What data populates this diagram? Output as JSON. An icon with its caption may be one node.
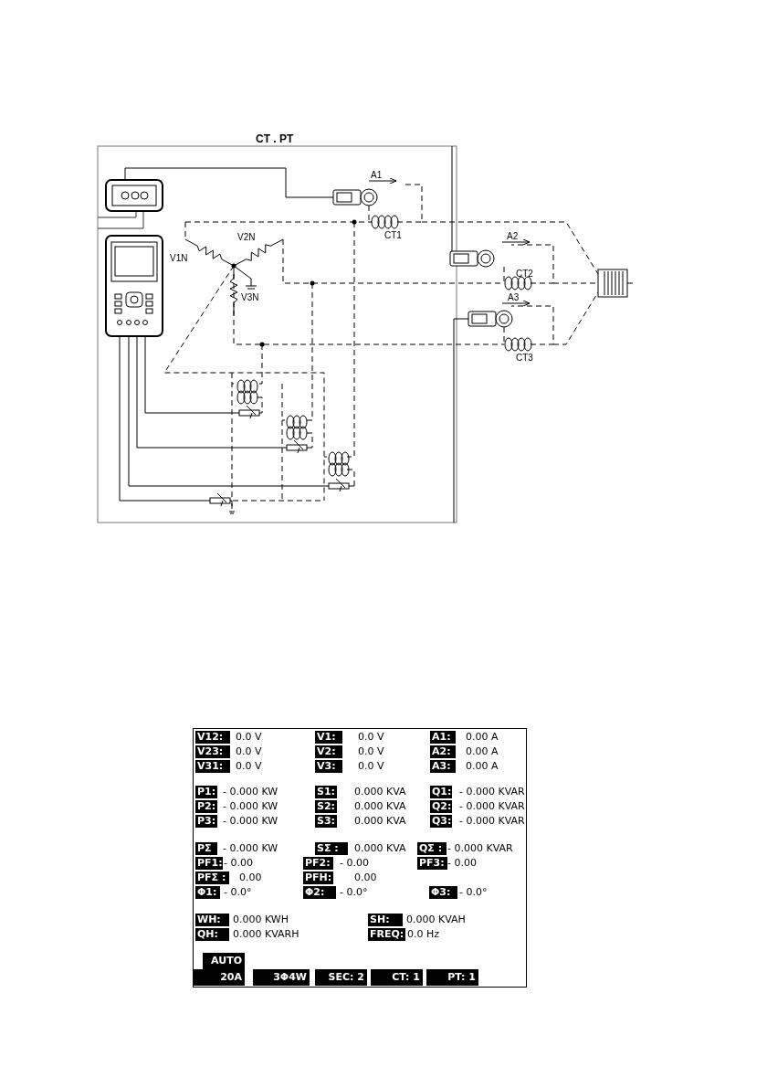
{
  "diagram": {
    "title": "CT . PT",
    "labels": [
      "A1",
      "V2N",
      "V1N",
      "CT1",
      "A2",
      "CT2",
      "V3N",
      "A3",
      "CT3",
      "V12:",
      "0.0 V",
      "V1:",
      "0.0 V",
      "A1:",
      "0.00 A",
      "V23:",
      "0.0 V",
      "V2:",
      "0.0 V",
      "A2:",
      "0.00 A",
      "V31:",
      "0.0 V",
      "V3:",
      "0.0 V",
      "A3:",
      "0.00 A",
      "P1:",
      "- 0.000 KW",
      "S1:",
      "0.000 KVA",
      "Q1:",
      "- 0.000 KVAR",
      "P2:",
      "- 0.000 KW",
      "S2:",
      "0.000 KVA",
      "Q2:",
      "- 0.000 KVAR",
      "P3:",
      "- 0.000 KW",
      "S3:",
      "0.000 KVA",
      "Q3:",
      "- 0.000 KVAR",
      "PΣ",
      "- 0.000 KW",
      "SΣ :",
      "0.000 KVA",
      "QΣ :",
      "- 0.000 KVAR",
      "PF1:",
      "- 0.00",
      "PF2:",
      "- 0.00",
      "PF3:",
      "- 0.00",
      "PFΣ :",
      "0.00",
      "PFH:",
      "0.00",
      "Φ1:",
      "- 0.0°",
      "Φ2:",
      "- 0.0°",
      "Φ3:",
      "- 0.0°",
      "WH:",
      "0.000 KWH",
      "SH:",
      "0.000 KVAH",
      "QH:",
      "0.000 KVARH",
      "FREQ:",
      "0.0 Hz",
      "AUTO",
      "20A",
      "3Φ4W",
      "SEC: 2",
      "CT: 1",
      "PT: 1"
    ]
  }
}
